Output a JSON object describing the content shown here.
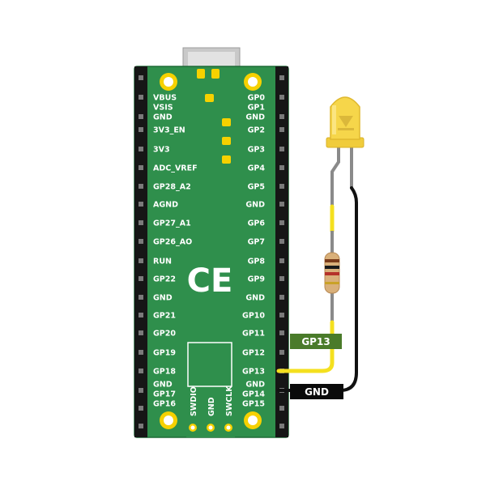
{
  "board": {
    "left_pins": [
      "VBUS",
      "VSIS",
      "GND",
      "3V3_EN",
      "3V3",
      "ADC_VREF",
      "GP28_A2",
      "AGND",
      "GP27_A1",
      "GP26_AO",
      "RUN",
      "GP22",
      "GND",
      "GP21",
      "GP20",
      "GP19",
      "GP18",
      "GND",
      "GP17",
      "GP16"
    ],
    "right_pins": [
      "GP0",
      "GP1",
      "GND",
      "GP2",
      "GP3",
      "GP4",
      "GP5",
      "GND",
      "GP6",
      "GP7",
      "GP8",
      "GP9",
      "GND",
      "GP10",
      "GP11",
      "GP12",
      "GP13",
      "GND",
      "GP14",
      "GP15"
    ],
    "bottom_pins": [
      "SWDIO",
      "GND",
      "SWCLK"
    ],
    "ce_mark": "CE"
  },
  "tags": {
    "gp13": "GP13",
    "gnd": "GND"
  },
  "colors": {
    "board_green": "#2f8f4c",
    "board_border": "#1f6b36",
    "header_black": "#161616",
    "pad_yellow": "#f6d100",
    "wire_yellow": "#f4e01f",
    "wire_black": "#111111",
    "wire_gray": "#8a8a8a",
    "gp13_tag": "#4a7b2a",
    "gnd_tag": "#0a0a0a",
    "led": "#f6d64a"
  }
}
